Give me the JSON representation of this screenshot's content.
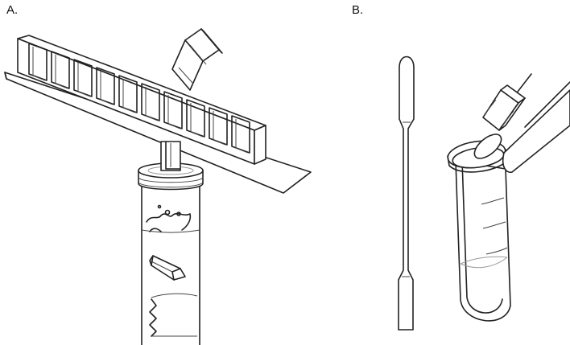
{
  "panels": {
    "a_label": "A.",
    "b_label": "B."
  },
  "icons": [
    "cuvette-rack",
    "cuvette",
    "sample-tube",
    "tube-cap",
    "swab-stick",
    "microcentrifuge-tube"
  ]
}
